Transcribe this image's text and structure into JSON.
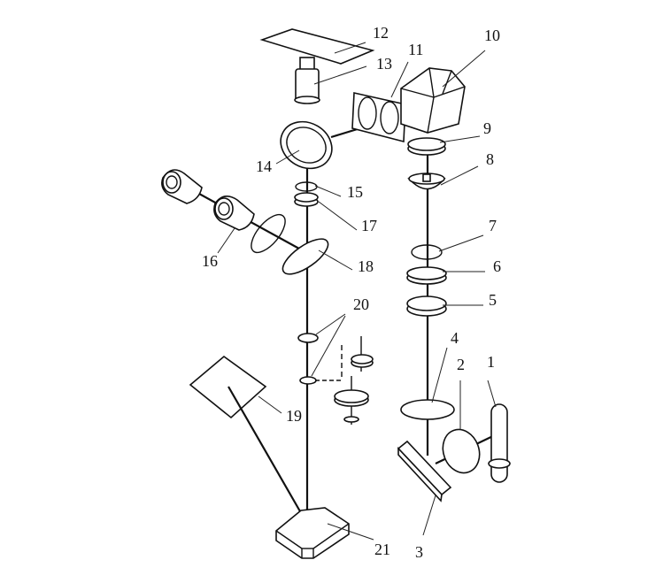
{
  "diagram": {
    "labels": {
      "l1": "1",
      "l2": "2",
      "l3": "3",
      "l4": "4",
      "l5": "5",
      "l6": "6",
      "l7": "7",
      "l8": "8",
      "l9": "9",
      "l10": "10",
      "l11": "11",
      "l12": "12",
      "l13": "13",
      "l14": "14",
      "l15": "15",
      "l16": "16",
      "l17": "17",
      "l18": "18",
      "l19": "19",
      "l20": "20",
      "l21": "21"
    },
    "colors": {
      "ink": "#111111",
      "paper": "#ffffff"
    }
  }
}
